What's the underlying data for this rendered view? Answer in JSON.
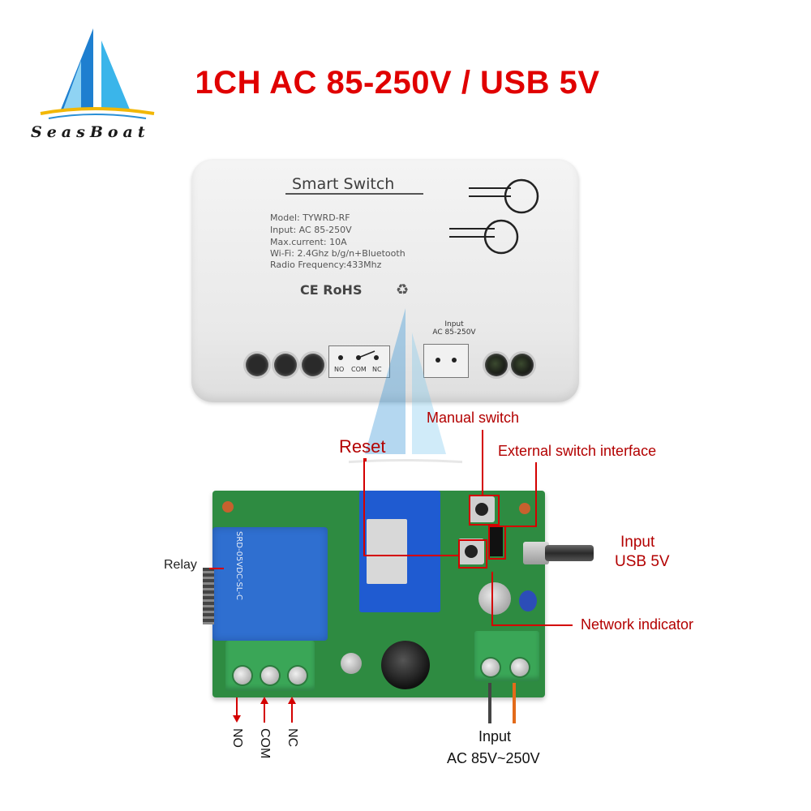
{
  "brand": {
    "name": "SeasBoat",
    "logo": "sailboat-logo"
  },
  "headline": "1CH AC 85-250V / USB 5V",
  "device": {
    "title": "Smart Switch",
    "specs": [
      "Model:  TYWRD-RF",
      "Input:  AC 85-250V",
      "Max.current:  10A",
      "Wi-Fi:  2.4Ghz b/g/n+Bluetooth",
      "Radio Frequency:433Mhz"
    ],
    "certs": "CE RoHS",
    "terminal_labels": [
      "NO",
      "COM",
      "NC"
    ],
    "input_label_line1": "Input",
    "input_label_line2": "AC 85-250V"
  },
  "board": {
    "relay_print": "SRD-05VDC-SL-C",
    "callouts": {
      "manual_switch": "Manual switch",
      "reset": "Reset",
      "external_switch": "External switch interface",
      "relay": "Relay",
      "input_usb_1": "Input",
      "input_usb_2": "USB 5V",
      "network_indicator": "Network indicator",
      "input_ac_1": "Input",
      "input_ac_2": "AC 85V~250V"
    },
    "outputs": [
      "NO",
      "COM",
      "NC"
    ]
  },
  "colors": {
    "headline": "#e00000",
    "callout": "#b30000",
    "leader": "#d40000",
    "pcb": "#2e8b41",
    "relay": "#2f6fd0",
    "logo_sail": "#29a3e0"
  }
}
